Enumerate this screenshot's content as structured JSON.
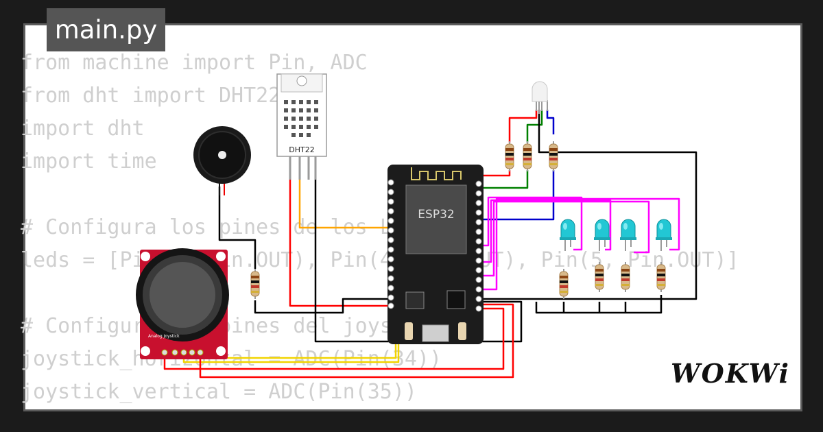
{
  "file_tab": {
    "label": "main.py"
  },
  "code_lines": [
    "from machine import Pin, ADC",
    "from dht import DHT22",
    "import dht",
    "import time",
    "",
    "# Configura los pines de los LEDs",
    "leds = [Pin(2, Pin.OUT), Pin(4, Pin.OUT), Pin(5, Pin.OUT)]",
    "",
    "# Configura los pines del joystick",
    "joystick_horizontal = ADC(Pin(34))",
    "joystick_vertical = ADC(Pin(35))"
  ],
  "components": {
    "esp32_label": "ESP32",
    "dht_label": "DHT22",
    "joystick_label": "Analog Joystick"
  },
  "brand": {
    "label": "WOKWi"
  },
  "colors": {
    "wire_red": "#ff0000",
    "wire_black": "#000000",
    "wire_orange": "#ffa500",
    "wire_yellow": "#f2d400",
    "wire_green": "#008000",
    "wire_blue": "#0000cc",
    "wire_magenta": "#ff00ff",
    "led_cyan": "#22c7d4",
    "joystick_board": "#c8102e"
  }
}
